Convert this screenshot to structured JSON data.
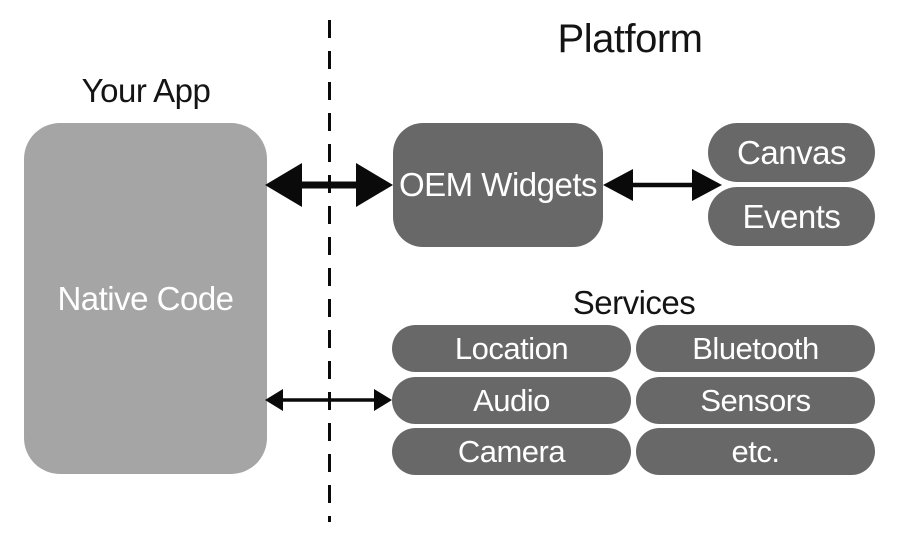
{
  "app": {
    "your_app_label": "Your App",
    "native_code_label": "Native Code"
  },
  "platform": {
    "title": "Platform",
    "oem_widgets_label": "OEM Widgets",
    "ui_pills": [
      "Canvas",
      "Events"
    ],
    "services": {
      "title": "Services",
      "left_column": [
        "Location",
        "Audio",
        "Camera"
      ],
      "right_column": [
        "Bluetooth",
        "Sensors",
        "etc."
      ]
    }
  },
  "colors": {
    "light_box": "#a5a5a5",
    "dark_box": "#686868",
    "text_dark": "#141414",
    "text_light": "#ffffff",
    "arrow": "#0a0a0a"
  }
}
